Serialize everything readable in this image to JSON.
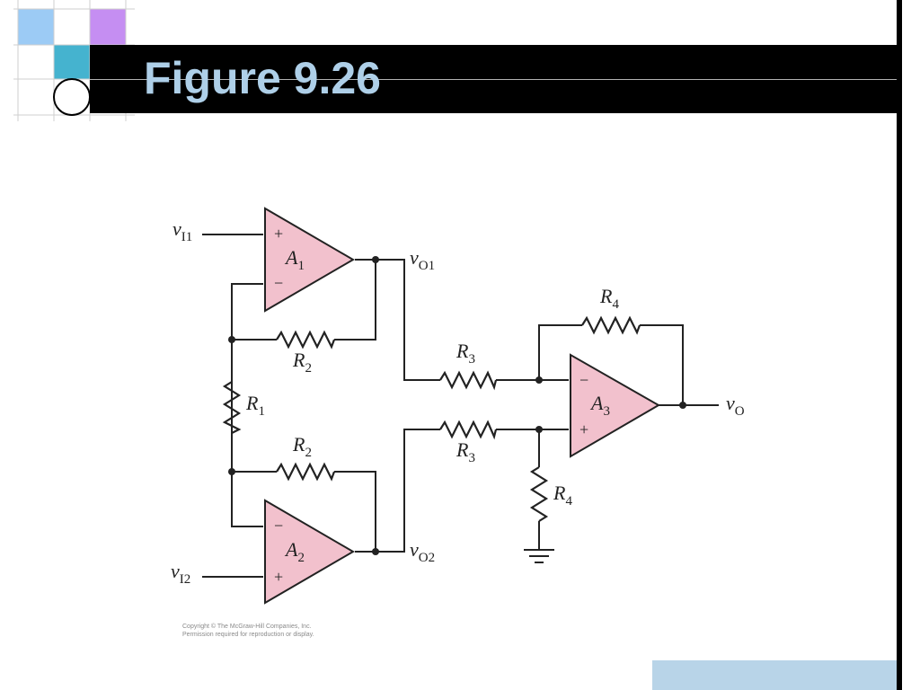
{
  "slide": {
    "title": "Figure 9.26",
    "colors": {
      "title_bar": "#000000",
      "title_text": "#aecfe8",
      "opamp_fill": "#f2c1cd",
      "wire": "#222222",
      "square_blue_light": "#9ccbf5",
      "square_purple": "#c58ef2",
      "square_teal": "#45b3cf",
      "bottom_box": "#b8d4e8"
    }
  },
  "circuit": {
    "opamps": [
      {
        "label": "A",
        "sub": "1",
        "plus": "+",
        "minus": "−"
      },
      {
        "label": "A",
        "sub": "2",
        "plus": "+",
        "minus": "−"
      },
      {
        "label": "A",
        "sub": "3",
        "plus": "+",
        "minus": "−"
      }
    ],
    "inputs": [
      {
        "label": "v",
        "sub": "I1"
      },
      {
        "label": "v",
        "sub": "I2"
      }
    ],
    "nodes": [
      {
        "label": "v",
        "sub": "O1"
      },
      {
        "label": "v",
        "sub": "O2"
      },
      {
        "label": "v",
        "sub": "O"
      }
    ],
    "resistors": [
      {
        "label": "R",
        "sub": "1"
      },
      {
        "label": "R",
        "sub": "2"
      },
      {
        "label": "R",
        "sub": "2"
      },
      {
        "label": "R",
        "sub": "3"
      },
      {
        "label": "R",
        "sub": "3"
      },
      {
        "label": "R",
        "sub": "4"
      },
      {
        "label": "R",
        "sub": "4"
      }
    ]
  },
  "footer": {
    "copyright_line1": "Copyright © The McGraw-Hill Companies, Inc.",
    "copyright_line2": "Permission required for reproduction or display."
  }
}
